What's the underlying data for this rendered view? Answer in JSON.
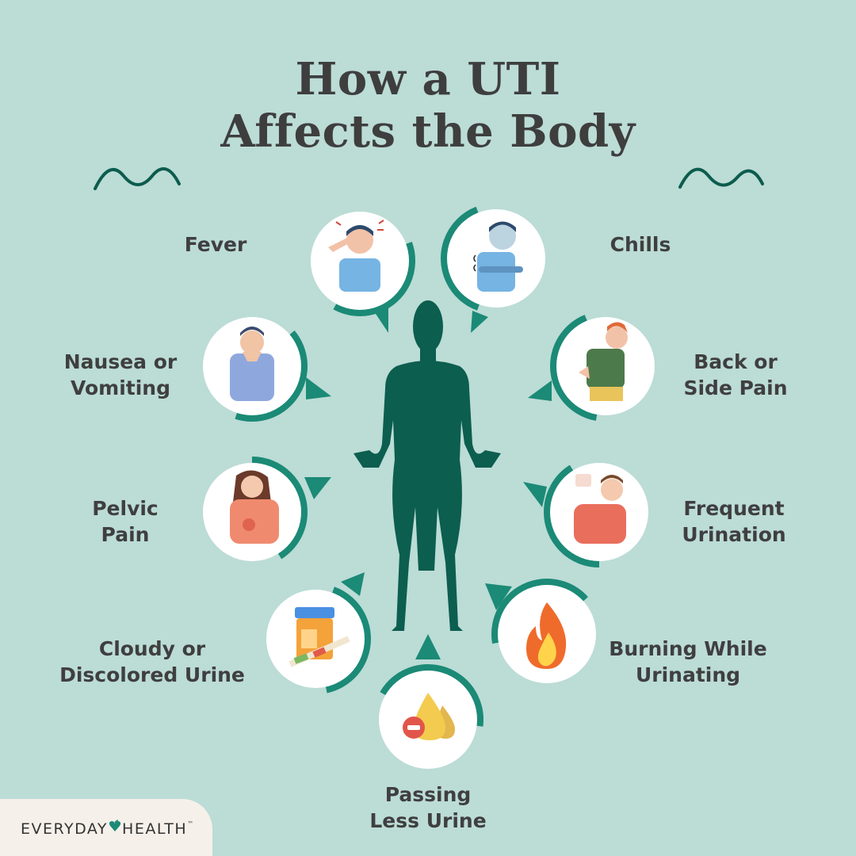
{
  "title": {
    "line1": "How a UTI",
    "line2": "Affects the Body"
  },
  "symptoms": {
    "fever": {
      "line1": "Fever"
    },
    "chills": {
      "line1": "Chills"
    },
    "nausea": {
      "line1": "Nausea or",
      "line2": "Vomiting"
    },
    "back_pain": {
      "line1": "Back or",
      "line2": "Side Pain"
    },
    "pelvic": {
      "line1": "Pelvic",
      "line2": "Pain"
    },
    "frequent": {
      "line1": "Frequent",
      "line2": "Urination"
    },
    "cloudy": {
      "line1": "Cloudy or",
      "line2": "Discolored Urine"
    },
    "burning": {
      "line1": "Burning While",
      "line2": "Urinating"
    },
    "less_urine": {
      "line1": "Passing",
      "line2": "Less Urine"
    }
  },
  "brand": {
    "left": "EVERYDAY",
    "right": "HEALTH",
    "tm": "™"
  },
  "colors": {
    "background": "#bcdcd6",
    "accent": "#1d8a77",
    "figure": "#0d5e4f",
    "title": "#3e3e3e"
  }
}
